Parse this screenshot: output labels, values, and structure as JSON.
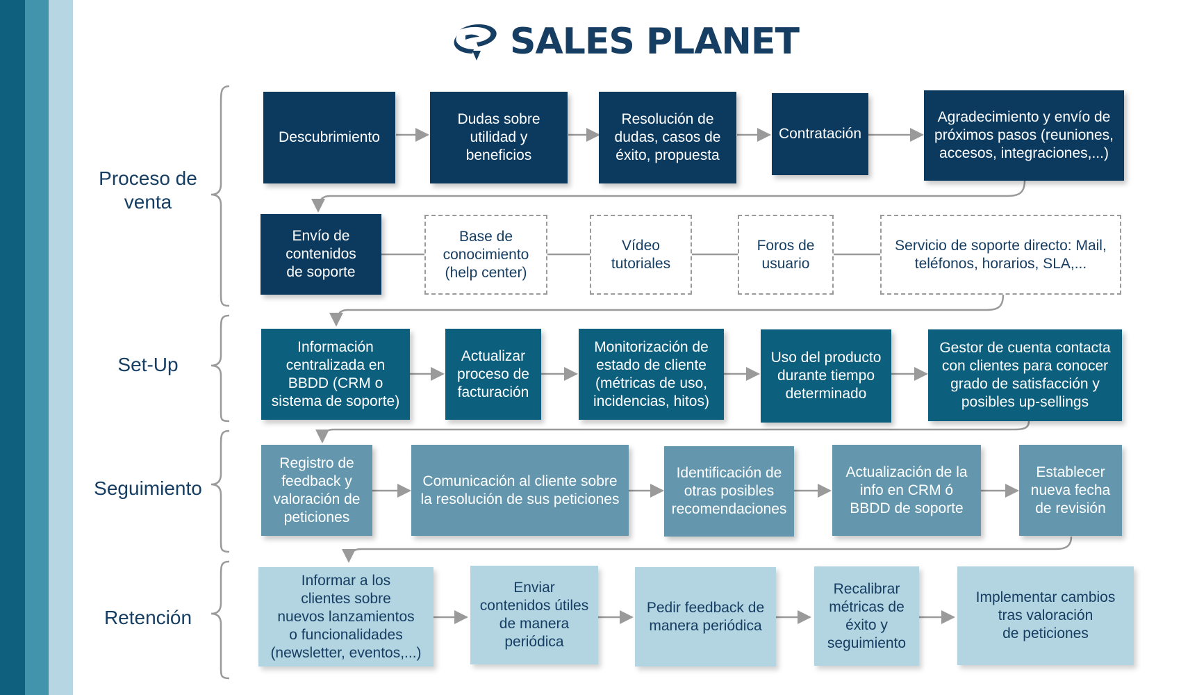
{
  "brand": {
    "name": "SALES PLANET",
    "color": "#163d62"
  },
  "colors": {
    "dark_navy": "#0c3a5f",
    "teal": "#0d5f7e",
    "mid_blue": "#6497ad",
    "light_blue": "#b3d5e1",
    "connector": "#9a9a9a"
  },
  "sections": {
    "venta": {
      "label": "Proceso de\nventa",
      "row1": [
        "Descubrimiento",
        "Dudas sobre\nutilidad y\nbeneficios",
        "Resolución de\ndudas, casos de\néxito, propuesta",
        "Contratación",
        "Agradecimiento y envío de\npróximos pasos (reuniones,\naccesos, integraciones,...)"
      ],
      "row2": [
        "Envío de\ncontenidos\nde soporte",
        "Base de\nconocimiento\n(help center)",
        "Vídeo\ntutoriales",
        "Foros de\nusuario",
        "Servicio de soporte directo: Mail,\nteléfonos, horarios, SLA,..."
      ]
    },
    "setup": {
      "label": "Set-Up",
      "row": [
        "Información\ncentralizada en\nBBDD (CRM o\nsistema de soporte)",
        "Actualizar\nproceso de\nfacturación",
        "Monitorización de\nestado de cliente\n(métricas de uso,\nincidencias, hitos)",
        "Uso del producto\ndurante tiempo\ndeterminado",
        "Gestor de cuenta contacta\ncon clientes para conocer\ngrado de satisfacción y\nposibles up-sellings"
      ]
    },
    "seguimiento": {
      "label": "Seguimiento",
      "row": [
        "Registro de\nfeedback y\nvaloración de\npeticiones",
        "Comunicación al cliente sobre\nla resolución de sus peticiones",
        "Identificación de\notras posibles\nrecomendaciones",
        "Actualización de la\ninfo en CRM ó\nBBDD de soporte",
        "Establecer\nnueva fecha\nde revisión"
      ]
    },
    "retencion": {
      "label": "Retención",
      "row": [
        "Informar a los\nclientes sobre\nnuevos lanzamientos\no funcionalidades\n(newsletter, eventos,...)",
        "Enviar\ncontenidos útiles\nde manera\nperiódica",
        "Pedir feedback de\nmanera periódica",
        "Recalibrar\nmétricas de\néxito y\nseguimiento",
        "Implementar cambios\ntras valoración\nde peticiones"
      ]
    }
  }
}
